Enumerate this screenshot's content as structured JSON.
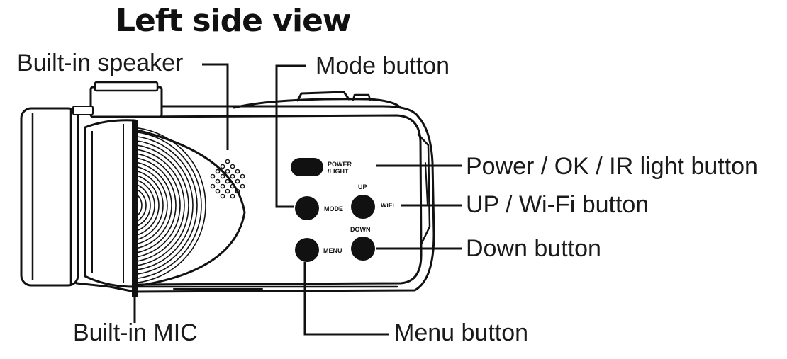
{
  "title": "Left side view",
  "callouts": {
    "speaker": "Built-in speaker",
    "mode": "Mode button",
    "power": "Power / OK / IR light button",
    "up": "UP / Wi-Fi button",
    "down": "Down button",
    "mic": "Built-in MIC",
    "menu": "Menu button"
  },
  "device_labels": {
    "power_line1": "POWER",
    "power_line2": "/LIGHT",
    "mode": "MODE",
    "up": "UP",
    "wifi": "WiFi",
    "down": "DOWN",
    "menu": "MENU"
  },
  "colors": {
    "ink": "#111111",
    "body_fill": "#ffffff"
  }
}
